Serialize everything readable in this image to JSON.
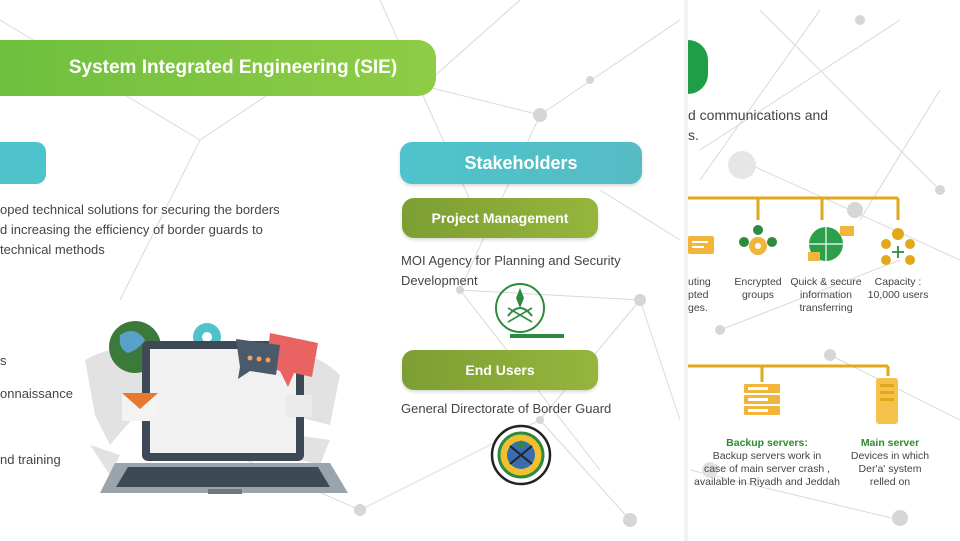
{
  "header": {
    "title": "System Integrated Engineering (SIE)"
  },
  "left": {
    "description_lines": [
      "oped technical solutions for securing the borders",
      "d increasing the efficiency of border guards to",
      " technical methods"
    ],
    "list_fragments": [
      "s",
      "onnaissance",
      "nd training"
    ]
  },
  "stakeholders": {
    "title": "Stakeholders",
    "project_management": {
      "label": "Project Management",
      "org_lines": [
        "MOI Agency for Planning and Security",
        "Development"
      ]
    },
    "end_users": {
      "label": "End Users",
      "org": "General Directorate of Border Guard"
    }
  },
  "right": {
    "intro_lines": [
      "d communications and",
      "s."
    ],
    "features": [
      {
        "lines": [
          "uting",
          "pted",
          "ges."
        ]
      },
      {
        "lines": [
          "Encrypted",
          "groups"
        ]
      },
      {
        "lines": [
          "Quick & secure",
          "information",
          "transferring"
        ]
      },
      {
        "lines": [
          "Capacity :",
          "10,000 users"
        ]
      }
    ],
    "servers": {
      "backup": {
        "title": "Backup servers:",
        "lines": [
          "Backup servers work in",
          "case of main server crash ,",
          "available in Riyadh and Jeddah"
        ]
      },
      "main": {
        "title": "Main server",
        "lines": [
          "Devices in which",
          "Der'a' system",
          "relled on"
        ]
      }
    }
  },
  "colors": {
    "green": "#7cc242",
    "cyan": "#4ec3cb",
    "olive": "#86a835",
    "gold": "#e0a81c",
    "dark_green": "#1e9e46"
  }
}
